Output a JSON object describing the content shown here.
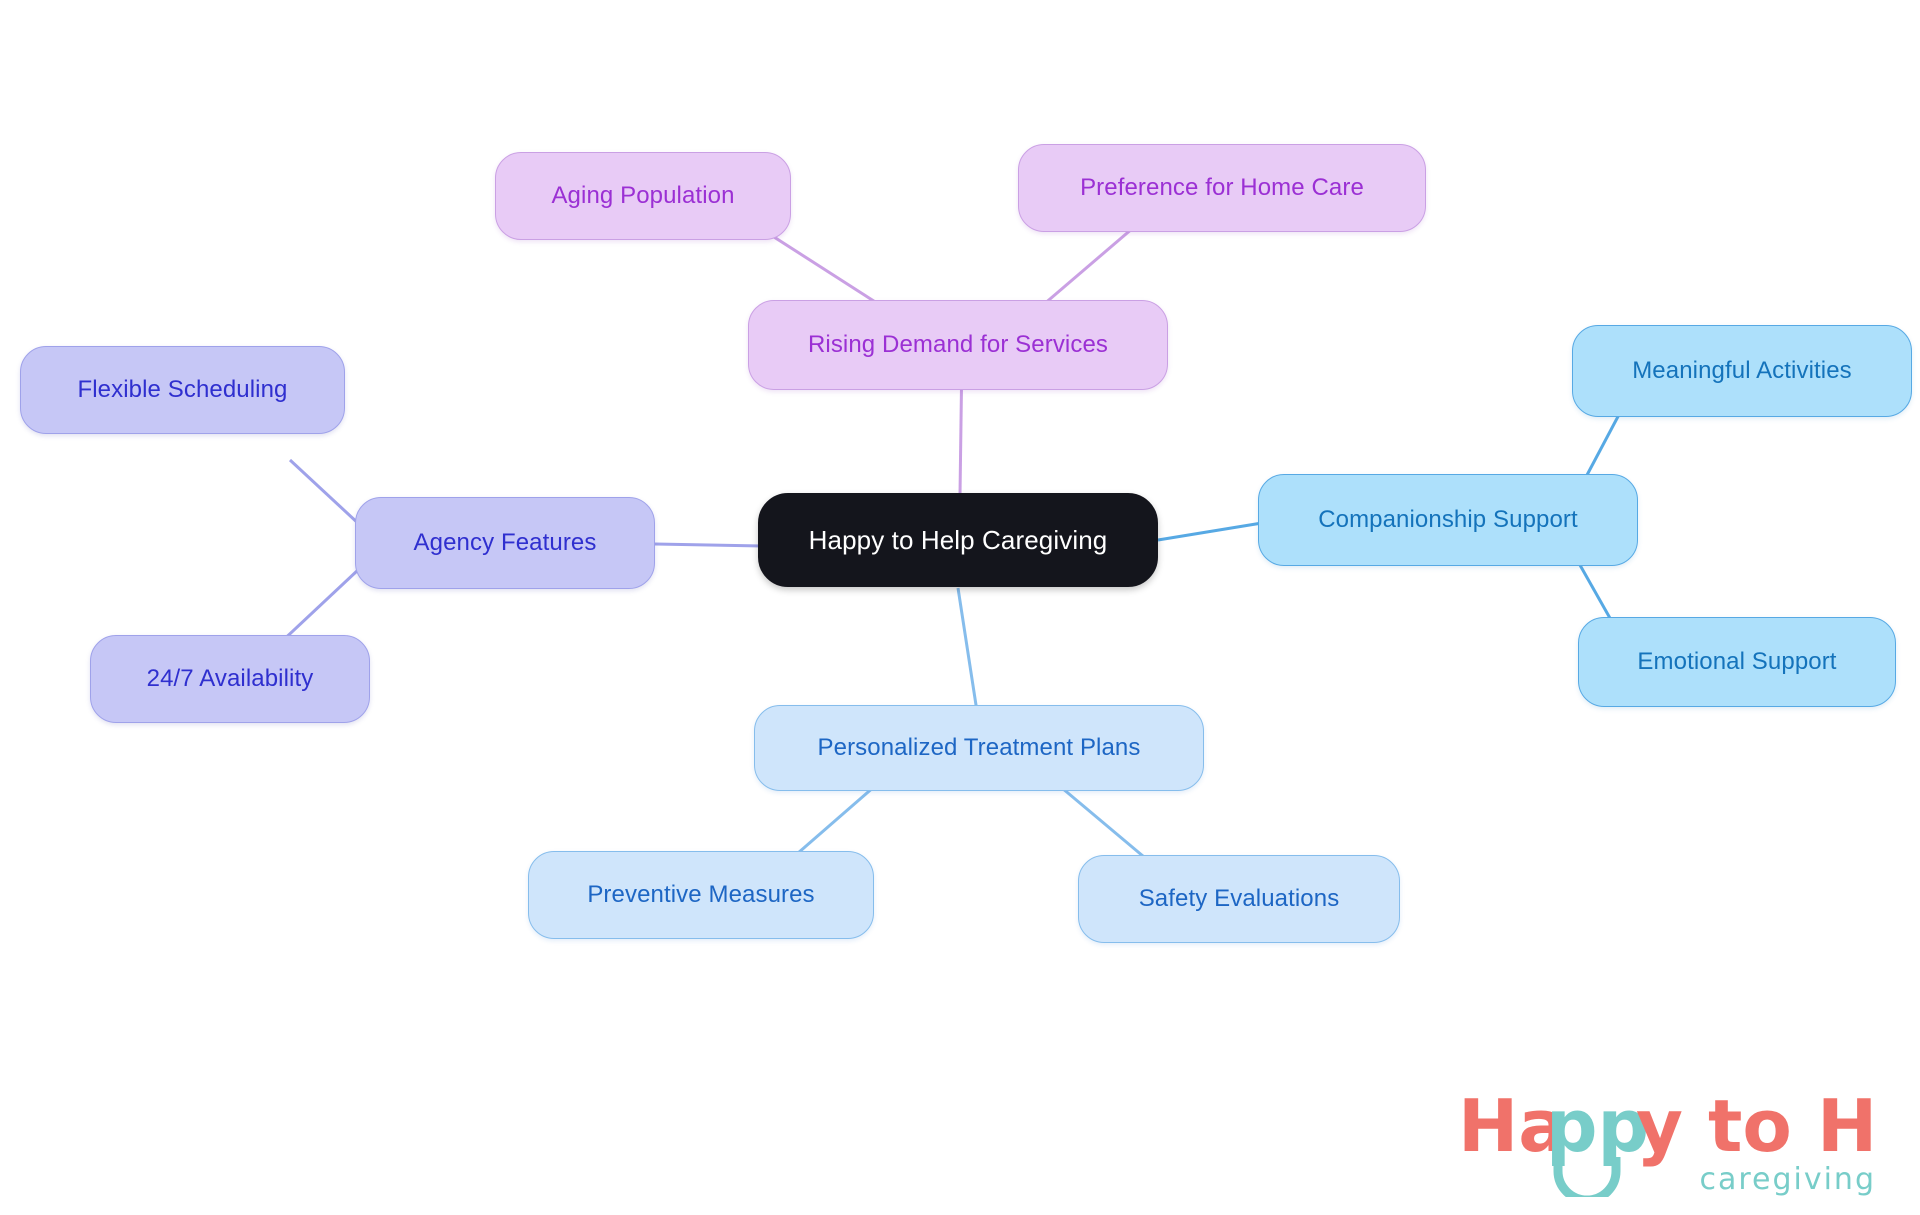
{
  "diagram": {
    "type": "mindmap",
    "title": "Happy to Help Caregiving",
    "root": {
      "label": "Happy to Help Caregiving",
      "color": "#14151c",
      "text_color": "#ffffff"
    },
    "branches": [
      {
        "label": "Agency Features",
        "color": "#c6c7f6",
        "border_color": "#9fa2ea",
        "text_color": "#2f2fcf",
        "children": [
          {
            "label": "Flexible Scheduling"
          },
          {
            "label": "24/7 Availability"
          }
        ]
      },
      {
        "label": "Rising Demand for Services",
        "color": "#e8cbf6",
        "border_color": "#caa0e4",
        "text_color": "#9b30d4",
        "children": [
          {
            "label": "Aging Population"
          },
          {
            "label": "Preference for Home Care"
          }
        ]
      },
      {
        "label": "Companionship Support",
        "color": "#ade0fb",
        "border_color": "#57a9e4",
        "text_color": "#1473bb",
        "children": [
          {
            "label": "Meaningful Activities"
          },
          {
            "label": "Emotional Support"
          }
        ]
      },
      {
        "label": "Personalized Treatment Plans",
        "color": "#cfe5fb",
        "border_color": "#86bdec",
        "text_color": "#1d66c4",
        "children": [
          {
            "label": "Preventive Measures"
          },
          {
            "label": "Safety Evaluations"
          }
        ]
      }
    ]
  },
  "logo": {
    "line1_part1": "Ha",
    "line1_part2": "pp",
    "line1_part3": "y to Help",
    "line2": "caregiving",
    "coral": "#f0726a",
    "teal": "#78cdc9"
  }
}
